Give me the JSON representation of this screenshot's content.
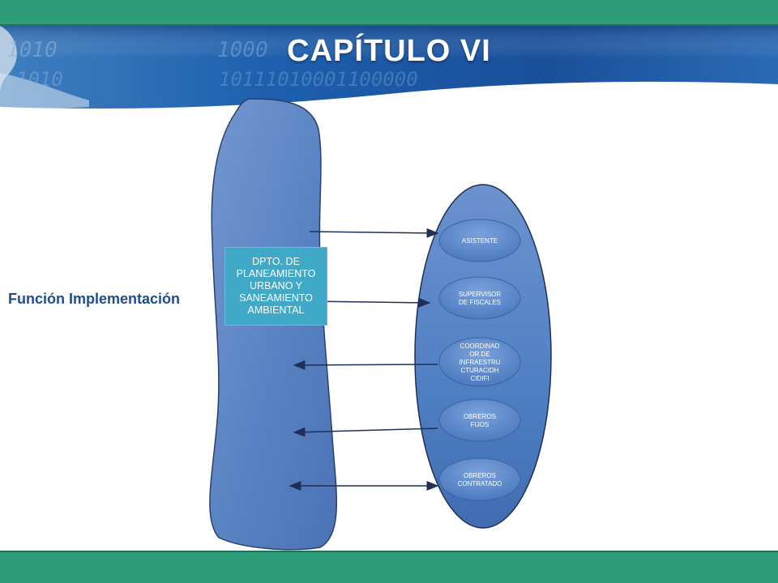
{
  "slide": {
    "title": "CAPÍTULO VI",
    "side_label": "Función Implementación",
    "department": "DPTO. DE PLANEAMIENTO URBANO Y SANEAMIENTO AMBIENTAL",
    "nodes": [
      {
        "lines": [
          "ASISTENTE"
        ]
      },
      {
        "lines": [
          "SUPERVISOR",
          "DE FISCALES"
        ]
      },
      {
        "lines": [
          "COORDINAD",
          "OR DE",
          "INFRAESTRU",
          "CTURACIDH",
          "CIDIFI"
        ]
      },
      {
        "lines": [
          "OBREROS",
          "FIJOS"
        ]
      },
      {
        "lines": [
          "OBREROS",
          "CONTRATADO"
        ]
      }
    ],
    "colors": {
      "bar": "#2e9c79",
      "header_blue": "#1a5fa8",
      "shape_fill": "#5b84c4",
      "node_fill": "#4f7fc3",
      "dept_box": "#40a9c8",
      "label_text": "#1f4e8c"
    },
    "binary_decor": [
      "1010",
      "1000",
      "1010",
      "10111010001100000"
    ]
  }
}
